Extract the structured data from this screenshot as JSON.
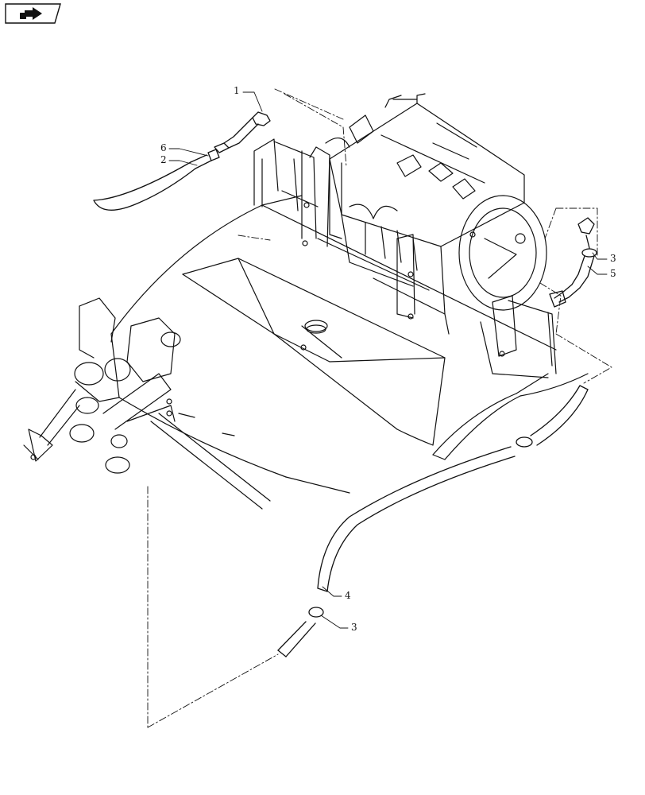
{
  "nav_icon": "forward-page-icon",
  "colors": {
    "line": "#111111",
    "background": "#ffffff"
  },
  "callouts": [
    {
      "id": "c1",
      "label": "1"
    },
    {
      "id": "c6",
      "label": "6"
    },
    {
      "id": "c2",
      "label": "2"
    },
    {
      "id": "c3a",
      "label": "3"
    },
    {
      "id": "c5",
      "label": "5"
    },
    {
      "id": "c4",
      "label": "4"
    },
    {
      "id": "c3b",
      "label": "3"
    }
  ]
}
